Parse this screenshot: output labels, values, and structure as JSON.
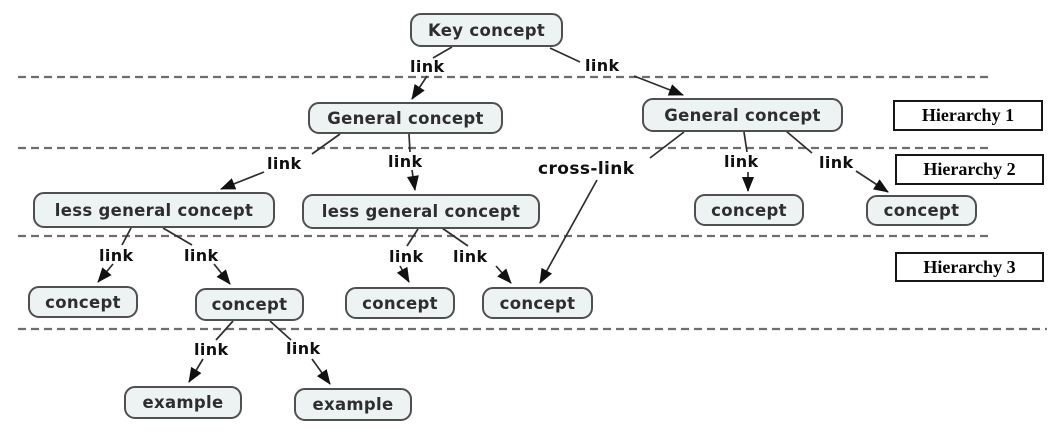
{
  "diagram": {
    "type": "concept-map",
    "colors": {
      "background": "#ffffff",
      "node_fill": "#edf2f2",
      "node_border": "#4f4f4f",
      "connector_line": "#2e2e2e",
      "divider_dashed_line": "#6e6e6e",
      "hierarchy_box_border": "#161616"
    },
    "nodes": [
      {
        "id": "key-concept",
        "label": "Key concept"
      },
      {
        "id": "general-concept-left",
        "label": "General concept"
      },
      {
        "id": "general-concept-right",
        "label": "General concept"
      },
      {
        "id": "less-general-concept-left",
        "label": "less general concept"
      },
      {
        "id": "less-general-concept-middle",
        "label": "less general concept"
      },
      {
        "id": "concept-right-1",
        "label": "concept"
      },
      {
        "id": "concept-right-2",
        "label": "concept"
      },
      {
        "id": "concept-1",
        "label": "concept"
      },
      {
        "id": "concept-2",
        "label": "concept"
      },
      {
        "id": "concept-3",
        "label": "concept"
      },
      {
        "id": "concept-4",
        "label": "concept"
      },
      {
        "id": "example-1",
        "label": "example"
      },
      {
        "id": "example-2",
        "label": "example"
      }
    ],
    "hierarchy_labels": [
      {
        "id": "hierarchy-1",
        "label": "Hierarchy 1"
      },
      {
        "id": "hierarchy-2",
        "label": "Hierarchy 2"
      },
      {
        "id": "hierarchy-3",
        "label": "Hierarchy 3"
      }
    ],
    "edges": [
      {
        "from": "key-concept",
        "to": "general-concept-left",
        "label": "link"
      },
      {
        "from": "key-concept",
        "to": "general-concept-right",
        "label": "link"
      },
      {
        "from": "general-concept-left",
        "to": "less-general-concept-left",
        "label": "link"
      },
      {
        "from": "general-concept-left",
        "to": "less-general-concept-middle",
        "label": "link"
      },
      {
        "from": "general-concept-right",
        "to": "concept-4",
        "label": "cross-link"
      },
      {
        "from": "general-concept-right",
        "to": "concept-right-1",
        "label": "link"
      },
      {
        "from": "general-concept-right",
        "to": "concept-right-2",
        "label": "link"
      },
      {
        "from": "less-general-concept-left",
        "to": "concept-1",
        "label": "link"
      },
      {
        "from": "less-general-concept-left",
        "to": "concept-2",
        "label": "link"
      },
      {
        "from": "less-general-concept-middle",
        "to": "concept-3",
        "label": "link"
      },
      {
        "from": "less-general-concept-middle",
        "to": "concept-4",
        "label": "link"
      },
      {
        "from": "concept-2",
        "to": "example-1",
        "label": "link"
      },
      {
        "from": "concept-2",
        "to": "example-2",
        "label": "link"
      }
    ]
  }
}
